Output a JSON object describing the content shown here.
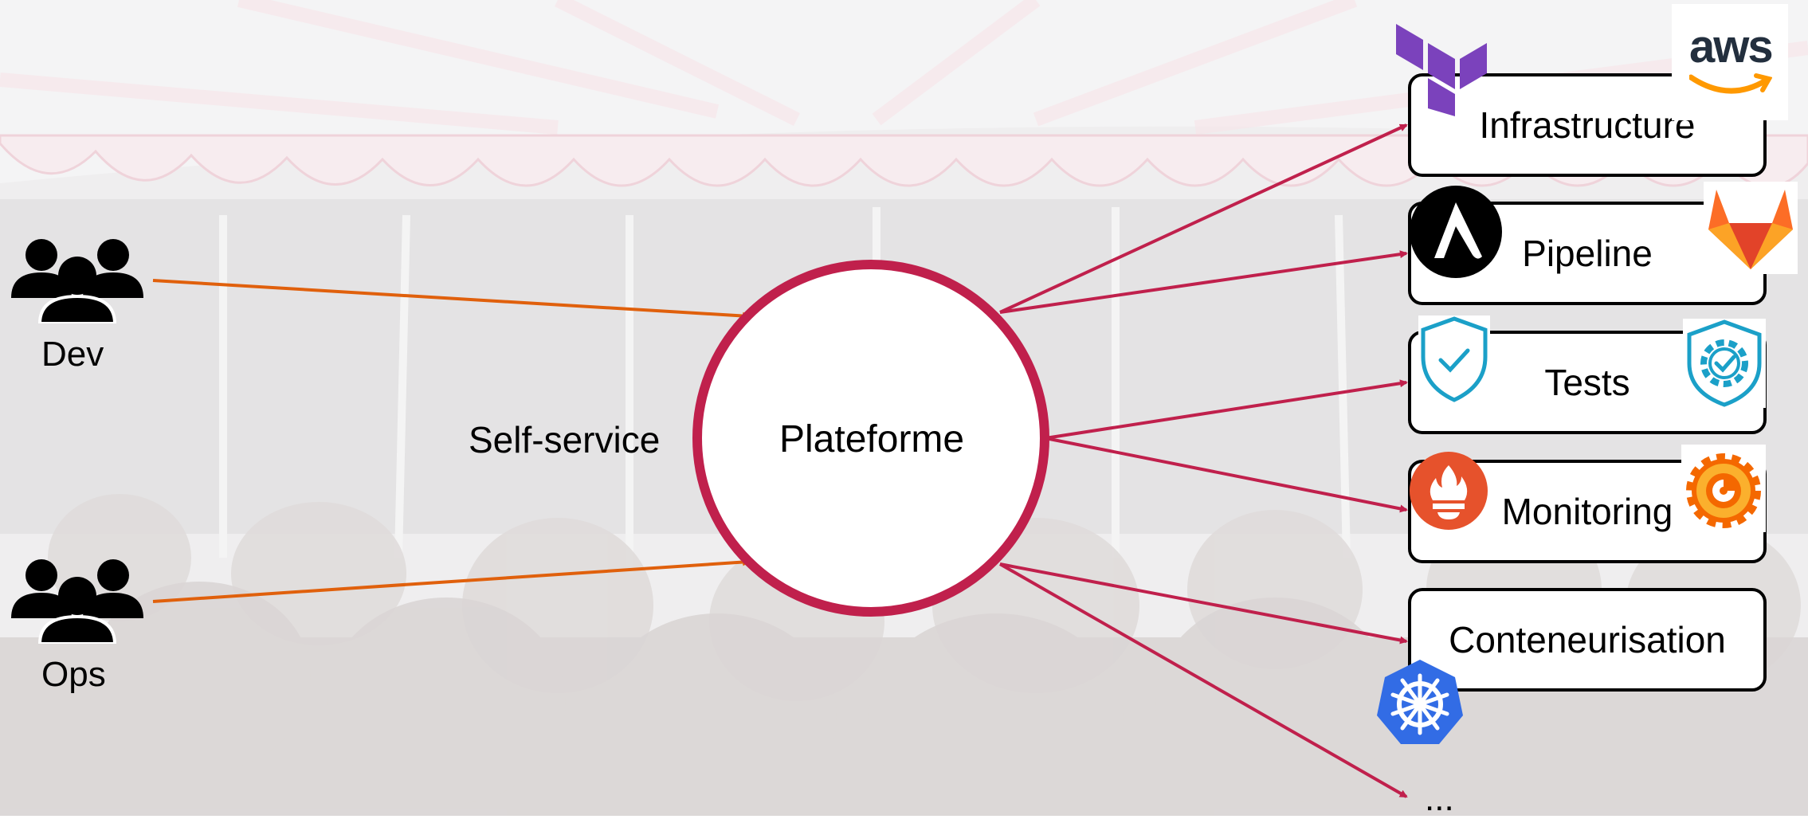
{
  "actors": [
    {
      "id": "dev",
      "label": "Dev",
      "icon": "people-group-icon"
    },
    {
      "id": "ops",
      "label": "Ops",
      "icon": "people-group-icon"
    }
  ],
  "self_service_label": "Self-service",
  "platform_label": "Plateforme",
  "targets": [
    {
      "label": "Infrastructure",
      "logos": [
        "terraform-icon",
        "aws-icon"
      ]
    },
    {
      "label": "Pipeline",
      "logos": [
        "ansible-icon",
        "gitlab-icon"
      ]
    },
    {
      "label": "Tests",
      "logos": [
        "shield-check-icon",
        "gear-check-icon"
      ]
    },
    {
      "label": "Monitoring",
      "logos": [
        "prometheus-icon",
        "grafana-icon"
      ]
    },
    {
      "label": "Conteneurisation",
      "logos": [
        "kubernetes-icon"
      ]
    }
  ],
  "more_label": "...",
  "aws_text": "aws",
  "colors": {
    "platform_ring": "#c0204c",
    "actor_arrows": "#e0600c",
    "target_arrows": "#c0204c",
    "terraform": "#7b42bc",
    "gitlab": "#fc6d26",
    "shield": "#1ba0c8",
    "prometheus": "#e6522c",
    "grafana": "#f46800",
    "kubernetes": "#326ce5",
    "aws_orange": "#ff9900"
  }
}
